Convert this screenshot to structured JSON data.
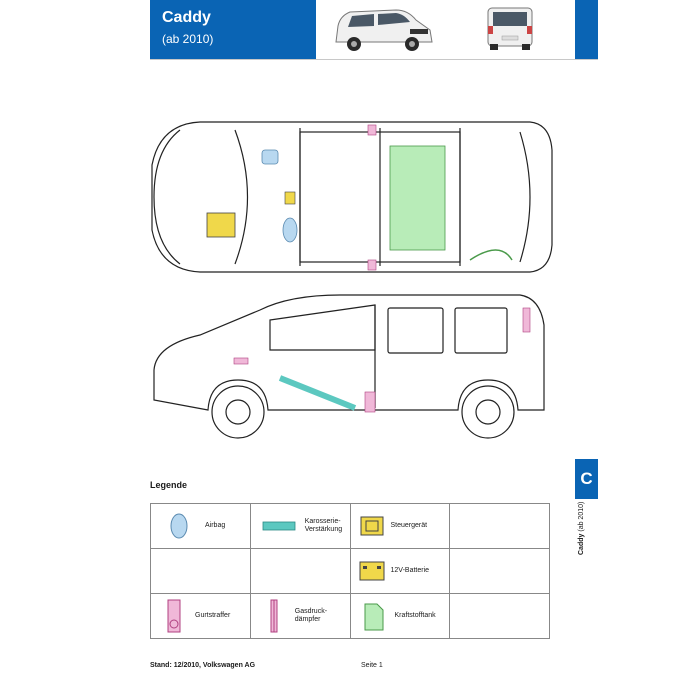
{
  "header": {
    "title": "Caddy",
    "subtitle": "(ab 2010)"
  },
  "side_tab": {
    "letter": "C",
    "label_model": "Caddy",
    "label_year": "(ab 2010)"
  },
  "legend": {
    "title": "Legende",
    "items": {
      "airbag": "Airbag",
      "reinforcement": "Karosserie-\nVerstärkung",
      "control_unit": "Steuergerät",
      "battery": "12V-Batterie",
      "belt_tensioner": "Gurtstraffer",
      "gas_spring": "Gasdruck-\ndämpfer",
      "fuel_tank": "Kraftstofftank"
    }
  },
  "footer": {
    "stand": "Stand: 12/2010, Volkswagen AG",
    "page": "Seite 1"
  },
  "colors": {
    "brand_blue": "#0a64b4",
    "airbag": "#b8d8f0",
    "reinforcement": "#5cc8c0",
    "control_unit": "#f0d84a",
    "belt": "#f0b8d8",
    "fuel": "#b8ecb8"
  }
}
